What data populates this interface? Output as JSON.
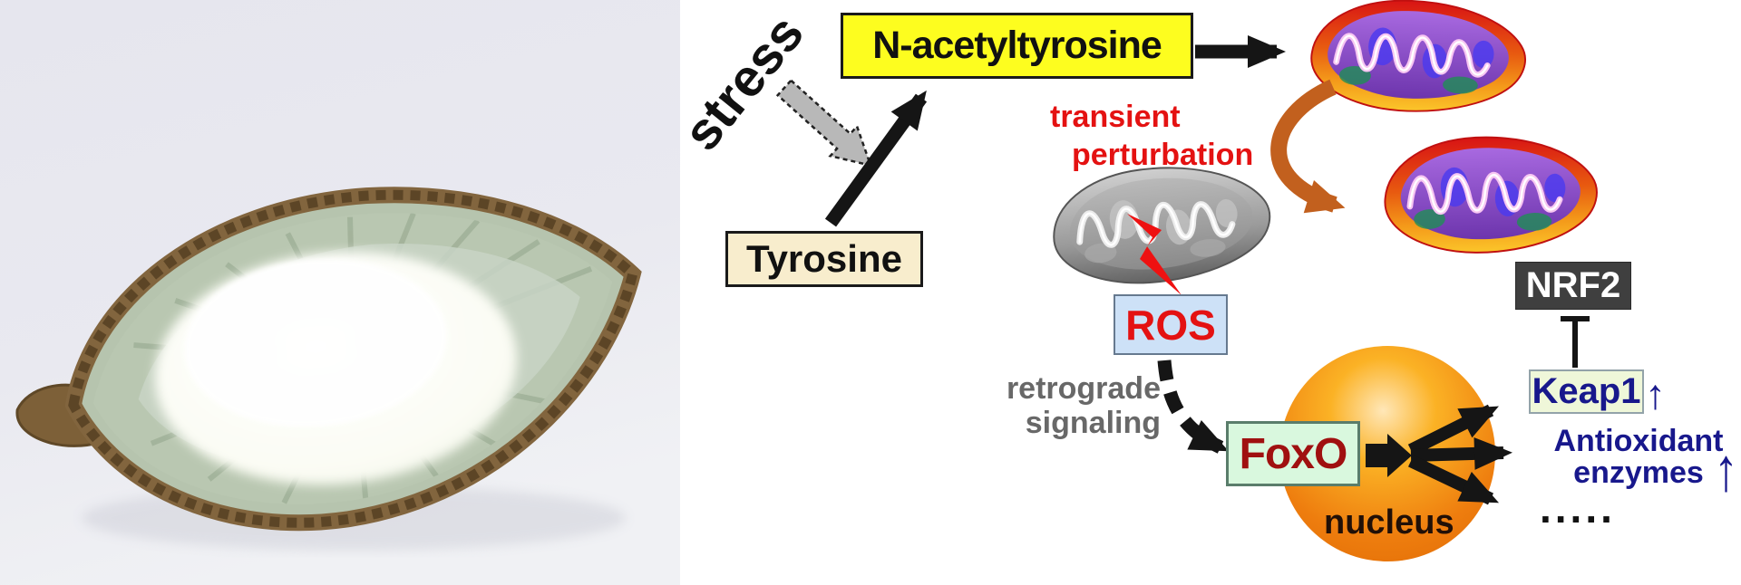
{
  "photo": {
    "description": "white powder sample in a leaf-shaped ceramic dish"
  },
  "diagram": {
    "stress": "stress",
    "tyrosine": "Tyrosine",
    "n_acetyltyrosine": "N-acetyltyrosine",
    "transient": [
      "transient",
      "perturbation"
    ],
    "ros": "ROS",
    "retrograde": [
      "retrograde",
      "signaling"
    ],
    "foxo": "FoxO",
    "nucleus": "nucleus",
    "nrf2": "NRF2",
    "keap1": "Keap1",
    "keap1_up": "↑",
    "antioxidant": [
      "Antioxidant",
      "enzymes"
    ],
    "antioxidant_up": "↑",
    "other_targets": ".....",
    "colors": {
      "n_acetyltyrosine_box_bg": "#fdfd1f",
      "tyrosine_box_bg": "#f8edcd",
      "ros_box_bg": "#cde1f7",
      "ros_text": "#e41212",
      "foxo_box_bg": "#d9f8de",
      "foxo_text": "#a01010",
      "keap1_box_bg": "#eff7d9",
      "navy_text": "#18188c",
      "nrf2_box_bg": "#3f3f3f",
      "nucleus_fill": "#ee7d0e",
      "transient_text": "#e41212",
      "retrograde_text": "#686868",
      "arrow_black": "#151515",
      "arrow_gray": "#b8b8b8",
      "arrow_orange": "#c2601e",
      "lightning_red": "#ee1111"
    }
  }
}
